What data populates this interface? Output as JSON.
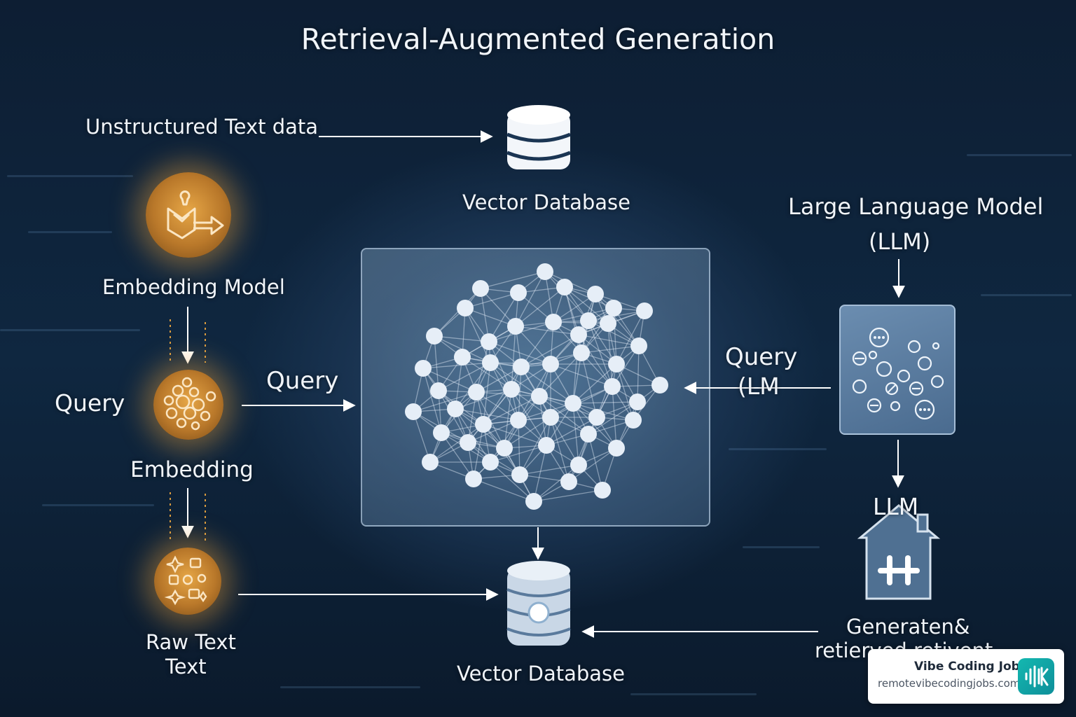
{
  "title": "Retrieval-Augmented Generation",
  "labels": {
    "unstructured": "Unstructured Text data",
    "vector_db_top": "Vector Database",
    "llm_title_1": "Large Language Model",
    "llm_title_2": "(LLM)",
    "embedding_model": "Embedding Model",
    "query_left": "Query",
    "query_mid": "Query",
    "query_right_1": "Query",
    "query_right_2": "(LM",
    "embedding": "Embedding",
    "raw_text_1": "Raw Text",
    "raw_text_2": "Text",
    "llm": "LLM",
    "vector_db_bottom": "Vector Database",
    "generated_1": "Generaten&",
    "generated_2": "retierved retivent"
  },
  "badge": {
    "name": "Vibe Coding Jobs",
    "url": "remotevibecodingjobs.com"
  },
  "colors": {
    "background": "#0b1a2c",
    "orb": "#d89a3e",
    "panel": "#7a9bbd",
    "node": "#e6eef7",
    "arrow": "#ffffff",
    "badge_logo": "#14b8b0"
  },
  "icons": {
    "embedding_model": "book-arrow-icon",
    "query_orb": "circles-cluster-icon",
    "raw_text_orb": "symbols-cluster-icon",
    "database": "database-icon",
    "network": "neural-network-icon",
    "llm_panel": "llm-nodes-icon",
    "llm_house": "house-hash-icon"
  }
}
